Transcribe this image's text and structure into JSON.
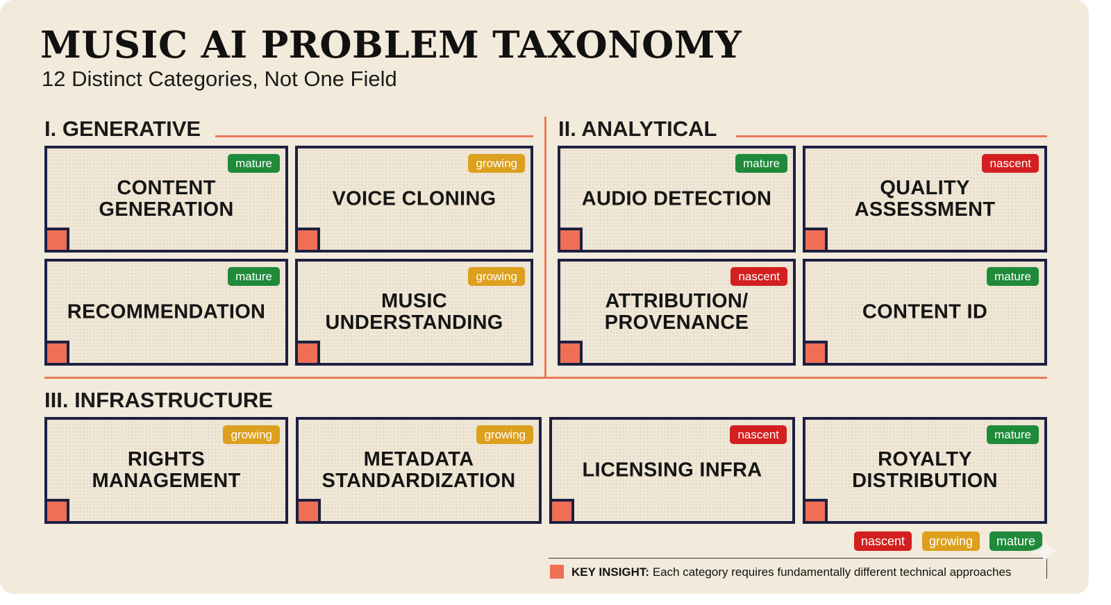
{
  "title": "MUSIC AI PROBLEM TAXONOMY",
  "subtitle": "12 Distinct Categories, Not One Field",
  "sections": {
    "generative": {
      "heading": "I. GENERATIVE",
      "cards": [
        {
          "label": "CONTENT GENERATION",
          "status": "mature"
        },
        {
          "label": "VOICE CLONING",
          "status": "growing"
        },
        {
          "label": "RECOMMENDATION",
          "status": "mature"
        },
        {
          "label": "MUSIC UNDERSTANDING",
          "status": "growing"
        }
      ]
    },
    "analytical": {
      "heading": "II. ANALYTICAL",
      "cards": [
        {
          "label": "AUDIO DETECTION",
          "status": "mature"
        },
        {
          "label": "QUALITY ASSESSMENT",
          "status": "nascent"
        },
        {
          "label": "ATTRIBUTION/ PROVENANCE",
          "status": "nascent"
        },
        {
          "label": "CONTENT ID",
          "status": "mature"
        }
      ]
    },
    "infrastructure": {
      "heading": "III. INFRASTRUCTURE",
      "cards": [
        {
          "label": "RIGHTS MANAGEMENT",
          "status": "growing"
        },
        {
          "label": "METADATA STANDARDIZATION",
          "status": "growing"
        },
        {
          "label": "LICENSING INFRA",
          "status": "nascent"
        },
        {
          "label": "ROYALTY DISTRIBUTION",
          "status": "mature"
        }
      ]
    }
  },
  "legend": {
    "nascent": "nascent",
    "growing": "growing",
    "mature": "mature"
  },
  "key_insight": {
    "label": "KEY INSIGHT:",
    "text": " Each category requires fundamentally different technical approaches"
  },
  "colors": {
    "mature": "#1e8a3a",
    "growing": "#dc9f1e",
    "nascent": "#d31f1f",
    "accent": "#ef6f55",
    "line": "#e8785a",
    "border": "#1c2042",
    "background": "#f2eadb"
  }
}
